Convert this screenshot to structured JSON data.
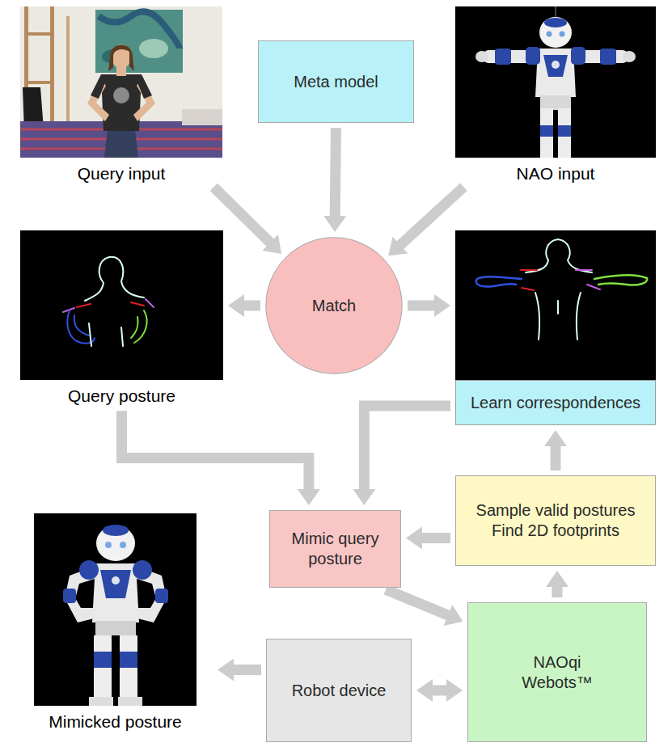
{
  "diagram": {
    "nodes": [
      {
        "text": [
          "Query input"
        ]
      },
      {
        "text": [
          "Meta model"
        ]
      },
      {
        "text": [
          "NAO input"
        ]
      },
      {
        "text": [
          "Query posture"
        ]
      },
      {
        "text": [
          "Match"
        ]
      },
      {
        "text": [
          "Learn correspondences"
        ]
      },
      {
        "text": [
          "Mimic query posture"
        ]
      },
      {
        "text": [
          "Sample valid postures",
          "Find 2D footprints"
        ]
      },
      {
        "text": [
          "Mimicked posture"
        ]
      },
      {
        "text": [
          "Robot device"
        ]
      },
      {
        "text": [
          "NAOqi",
          "Webots™"
        ]
      }
    ],
    "edges": [
      {
        "from": 1,
        "to": 4,
        "arrow": "to"
      },
      {
        "from": 0,
        "to": 4,
        "arrow": "to"
      },
      {
        "from": 2,
        "to": 4,
        "arrow": "to"
      },
      {
        "from": 4,
        "to": 3,
        "arrow": "to"
      },
      {
        "from": 4,
        "to": 5,
        "arrow": "to"
      },
      {
        "from": 3,
        "to": 6,
        "arrow": "to"
      },
      {
        "from": 5,
        "to": 6,
        "arrow": "to"
      },
      {
        "from": 7,
        "to": 5,
        "arrow": "to"
      },
      {
        "from": 7,
        "to": 6,
        "arrow": "to"
      },
      {
        "from": 10,
        "to": 7,
        "arrow": "to"
      },
      {
        "from": 6,
        "to": 10,
        "arrow": "to"
      },
      {
        "from": 9,
        "to": 10,
        "arrow": "both"
      },
      {
        "from": 9,
        "to": 8,
        "arrow": "to"
      }
    ]
  }
}
